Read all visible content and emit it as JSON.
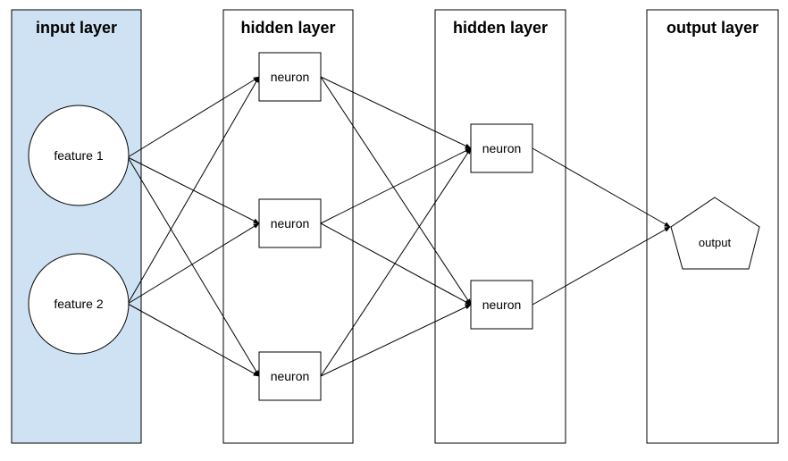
{
  "colors": {
    "input_panel_fill": "#cfe2f3",
    "panel_fill": "#ffffff",
    "stroke": "#000000",
    "background": "#ffffff"
  },
  "layers": [
    {
      "title": "input layer",
      "nodes": [
        "feature 1",
        "feature 2"
      ]
    },
    {
      "title": "hidden layer",
      "nodes": [
        "neuron",
        "neuron",
        "neuron"
      ]
    },
    {
      "title": "hidden layer",
      "nodes": [
        "neuron",
        "neuron"
      ]
    },
    {
      "title": "output layer",
      "nodes": [
        "output"
      ]
    }
  ],
  "connections": "fully-connected between consecutive layers"
}
